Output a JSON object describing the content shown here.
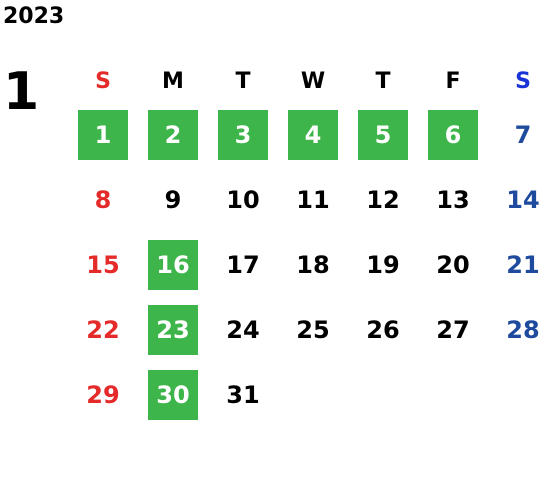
{
  "year": "2023",
  "month": "1",
  "weekdays": [
    "S",
    "M",
    "T",
    "W",
    "T",
    "F",
    "S"
  ],
  "colors": {
    "highlight": "#3db54a",
    "sunday": "#e52a2a",
    "saturday_header": "#1a33d6",
    "saturday": "#1e4b9e"
  },
  "weeks": [
    [
      {
        "day": "1",
        "highlight": true
      },
      {
        "day": "2",
        "highlight": true
      },
      {
        "day": "3",
        "highlight": true
      },
      {
        "day": "4",
        "highlight": true
      },
      {
        "day": "5",
        "highlight": true
      },
      {
        "day": "6",
        "highlight": true
      },
      {
        "day": "7",
        "highlight": false
      }
    ],
    [
      {
        "day": "8",
        "highlight": false
      },
      {
        "day": "9",
        "highlight": false
      },
      {
        "day": "10",
        "highlight": false
      },
      {
        "day": "11",
        "highlight": false
      },
      {
        "day": "12",
        "highlight": false
      },
      {
        "day": "13",
        "highlight": false
      },
      {
        "day": "14",
        "highlight": false
      }
    ],
    [
      {
        "day": "15",
        "highlight": false
      },
      {
        "day": "16",
        "highlight": true
      },
      {
        "day": "17",
        "highlight": false
      },
      {
        "day": "18",
        "highlight": false
      },
      {
        "day": "19",
        "highlight": false
      },
      {
        "day": "20",
        "highlight": false
      },
      {
        "day": "21",
        "highlight": false
      }
    ],
    [
      {
        "day": "22",
        "highlight": false
      },
      {
        "day": "23",
        "highlight": true
      },
      {
        "day": "24",
        "highlight": false
      },
      {
        "day": "25",
        "highlight": false
      },
      {
        "day": "26",
        "highlight": false
      },
      {
        "day": "27",
        "highlight": false
      },
      {
        "day": "28",
        "highlight": false
      }
    ],
    [
      {
        "day": "29",
        "highlight": false
      },
      {
        "day": "30",
        "highlight": true
      },
      {
        "day": "31",
        "highlight": false
      },
      {
        "day": "",
        "highlight": false
      },
      {
        "day": "",
        "highlight": false
      },
      {
        "day": "",
        "highlight": false
      },
      {
        "day": "",
        "highlight": false
      }
    ]
  ]
}
